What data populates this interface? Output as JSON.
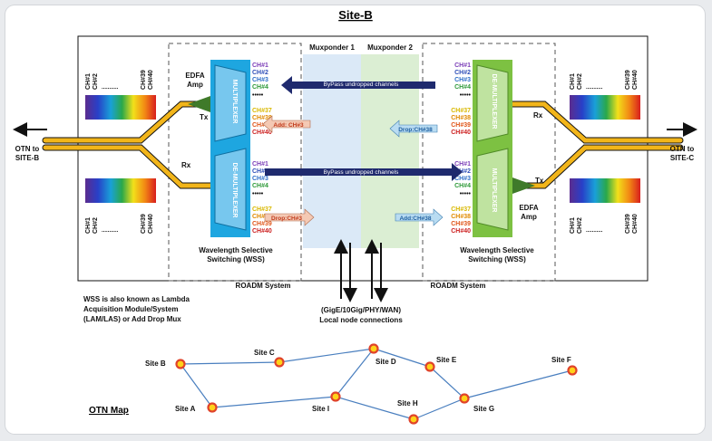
{
  "title": "Site-B",
  "left_edge": {
    "line1": "OTN to",
    "line2": "SITE-B"
  },
  "right_edge": {
    "line1": "OTN to",
    "line2": "SITE-C"
  },
  "muxponders": [
    "Muxponder 1",
    "Muxponder 2"
  ],
  "bypass_label": "ByPass undropped channels",
  "spectrum_labels": {
    "ch1": "CH#1",
    "ch2": "CH#2",
    "ch39": "CH#39",
    "ch40": "CH#40",
    "dots": "..........."
  },
  "left_wss": {
    "mux_label": "MULTIPLEXER",
    "demux_label": "DE-MULTIPLEXER",
    "caption_line1": "Wavelength Selective",
    "caption_line2": "Switching (WSS)",
    "system_label": "ROADM System",
    "add_label": "Add: CH#3",
    "drop_label": "Drop:CH#3",
    "edfa_line1": "EDFA",
    "edfa_line2": "Amp",
    "tx": "Tx",
    "rx": "Rx"
  },
  "right_wss": {
    "mux_label": "MULTIPLEXER",
    "demux_label": "DE-MULTIPLEXER",
    "caption_line1": "Wavelength Selective",
    "caption_line2": "Switching (WSS)",
    "system_label": "ROADM System",
    "add_label": "Add:CH#38",
    "drop_label": "Drop:CH#38",
    "edfa_line1": "EDFA",
    "edfa_line2": "Amp",
    "tx": "Tx",
    "rx": "Rx"
  },
  "channel_lists": {
    "top": [
      "CH#1",
      "CH#2",
      "CH#3",
      "CH#4",
      "•••••",
      "CH#37",
      "CH#38",
      "CH#39",
      "CH#40"
    ],
    "colors": [
      "#7b3fb8",
      "#2f4fb8",
      "#2f6fc8",
      "#2f9a3a",
      "#111111",
      "#d9b800",
      "#e08a00",
      "#e0561a",
      "#cc1f1f"
    ]
  },
  "local_conn": {
    "line1": "(GigE/10Gig/PHY/WAN)",
    "line2": "Local node connections"
  },
  "wss_note": [
    "WSS is also known as Lambda",
    "Acquisition Module/System",
    "(LAM/LAS) or Add Drop Mux"
  ],
  "map_title": "OTN Map",
  "sites": {
    "a": "Site A",
    "b": "Site B",
    "c": "Site C",
    "d": "Site D",
    "e": "Site E",
    "f": "Site F",
    "g": "Site G",
    "h": "Site H",
    "i": "Site I"
  },
  "colors": {
    "wss_blue": "#1ea6e0",
    "wss_green": "#7dc142",
    "fiber": "#f2b51a",
    "arrow_navy": "#1f2a6e",
    "edfa": "#3f7a2a"
  }
}
